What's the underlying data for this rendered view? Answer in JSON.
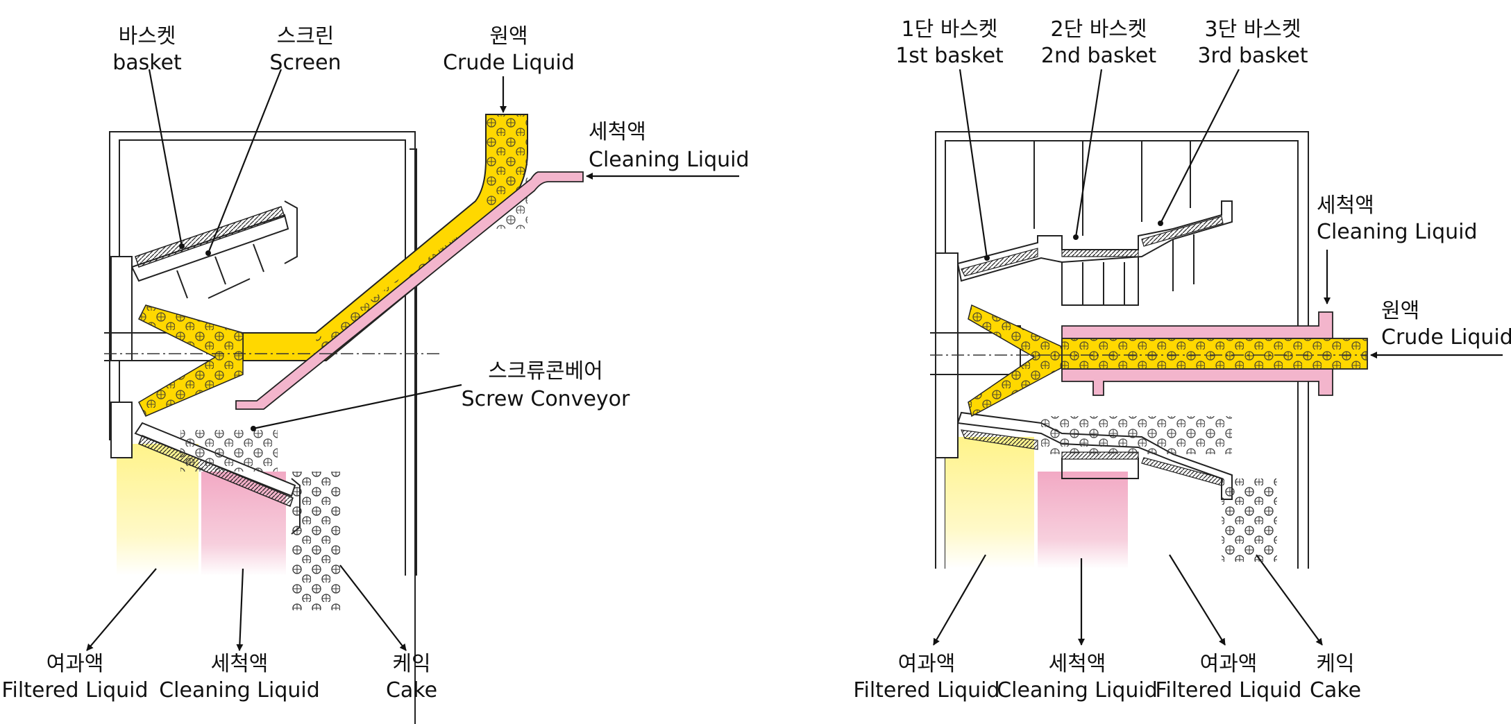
{
  "colors": {
    "crude": "#ffd800",
    "cleaning": "#f3b5cc",
    "filtered": "#fff59a",
    "outline": "#222222"
  },
  "left": {
    "basket_ko": "바스켓",
    "basket_en": "basket",
    "screen_ko": "스크린",
    "screen_en": "Screen",
    "crude_ko": "원액",
    "crude_en": "Crude Liquid",
    "cleaning_in_ko": "세척액",
    "cleaning_in_en": "Cleaning Liquid",
    "screw_ko": "스크류콘베어",
    "screw_en": "Screw Conveyor",
    "filtered_ko": "여과액",
    "filtered_en": "Filtered Liquid",
    "cleaning_out_ko": "세척액",
    "cleaning_out_en": "Cleaning Liquid",
    "cake_ko": "케익",
    "cake_en": "Cake"
  },
  "right": {
    "b1_ko": "1단 바스켓",
    "b1_en": "1st basket",
    "b2_ko": "2단 바스켓",
    "b2_en": "2nd basket",
    "b3_ko": "3단 바스켓",
    "b3_en": "3rd basket",
    "cleaning_in_ko": "세척액",
    "cleaning_in_en": "Cleaning Liquid",
    "crude_ko": "원액",
    "crude_en": "Crude Liquid",
    "filtered1_ko": "여과액",
    "filtered1_en": "Filtered Liquid",
    "cleaning_out_ko": "세척액",
    "cleaning_out_en": "Cleaning Liquid",
    "filtered2_ko": "여과액",
    "filtered2_en": "Filtered Liquid",
    "cake_ko": "케익",
    "cake_en": "Cake"
  }
}
